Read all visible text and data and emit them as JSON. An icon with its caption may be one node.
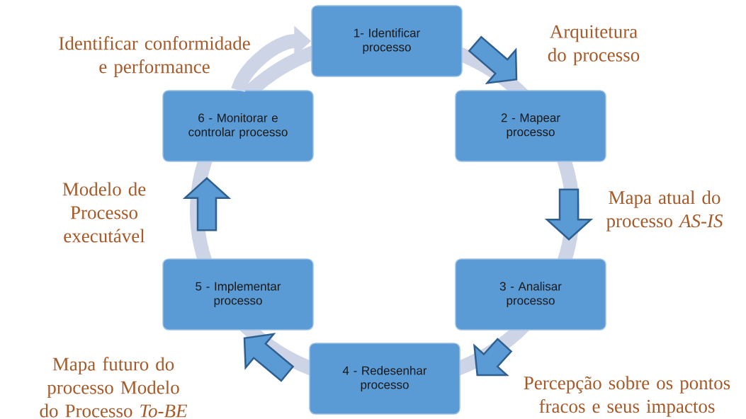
{
  "diagram": {
    "nodes": [
      {
        "text": [
          "1- Identificar processo"
        ]
      },
      {
        "text": [
          "2 - Mapear processo"
        ]
      },
      {
        "text": [
          "3 - Analisar processo"
        ]
      },
      {
        "text": [
          "4 - Redesenhar processo"
        ]
      },
      {
        "text": [
          "5 - Implementar processo"
        ]
      },
      {
        "text": [
          "6 - Monitorar e controlar processo"
        ]
      }
    ],
    "edges": [
      {
        "from": 0,
        "to": 1,
        "arrow": "to",
        "label": "Arquitetura do processo"
      },
      {
        "from": 1,
        "to": 2,
        "arrow": "to",
        "label": "Mapa atual do processo *AS-IS*"
      },
      {
        "from": 2,
        "to": 3,
        "arrow": "to",
        "label": "Percepção sobre os pontos fracos e seus impactos"
      },
      {
        "from": 3,
        "to": 4,
        "arrow": "to",
        "label": "Mapa futuro do processo Modelo do Processo *To-BE*"
      },
      {
        "from": 4,
        "to": 5,
        "arrow": "to",
        "label": "Modelo de Processo executável"
      },
      {
        "from": 5,
        "to": 0,
        "arrow": "to",
        "label": "Identificar conformidade e performance",
        "color": "#cdd4e6"
      }
    ]
  }
}
